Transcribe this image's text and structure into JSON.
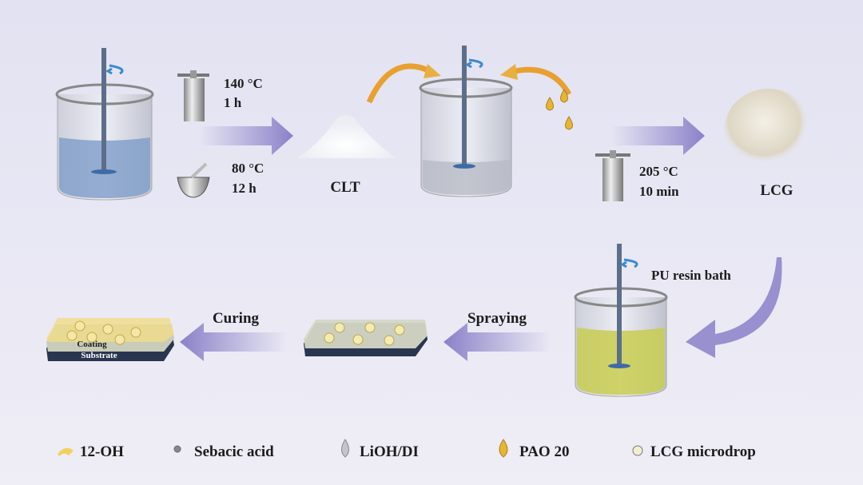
{
  "step1": {
    "temp": "140 °C",
    "time": "1 h"
  },
  "step2": {
    "temp": "80 °C",
    "time": "12 h"
  },
  "product1": "CLT",
  "step3": {
    "temp": "205 °C",
    "time": "10 min"
  },
  "product2": "LCG",
  "bath_label": "PU resin bath",
  "spraying_label": "Spraying",
  "curing_label": "Curing",
  "coating_label": "Coating",
  "substrate_label": "Substrate",
  "legend": [
    {
      "label": "12-OH",
      "icon": "yellow-flake-icon"
    },
    {
      "label": "Sebacic acid",
      "icon": "gray-sphere-icon"
    },
    {
      "label": "LiOH/DI",
      "icon": "gray-drop-icon"
    },
    {
      "label": "PAO 20",
      "icon": "yellow-drop-icon"
    },
    {
      "label": "LCG microdrop",
      "icon": "microdrop-circle-icon"
    }
  ],
  "colors": {
    "arrow": "#8a80c8",
    "orange": "#e8a030",
    "blue_liquid": "#7e9cc8",
    "yellow_liquid": "#c8cc50",
    "substrate": "#2a3550"
  }
}
